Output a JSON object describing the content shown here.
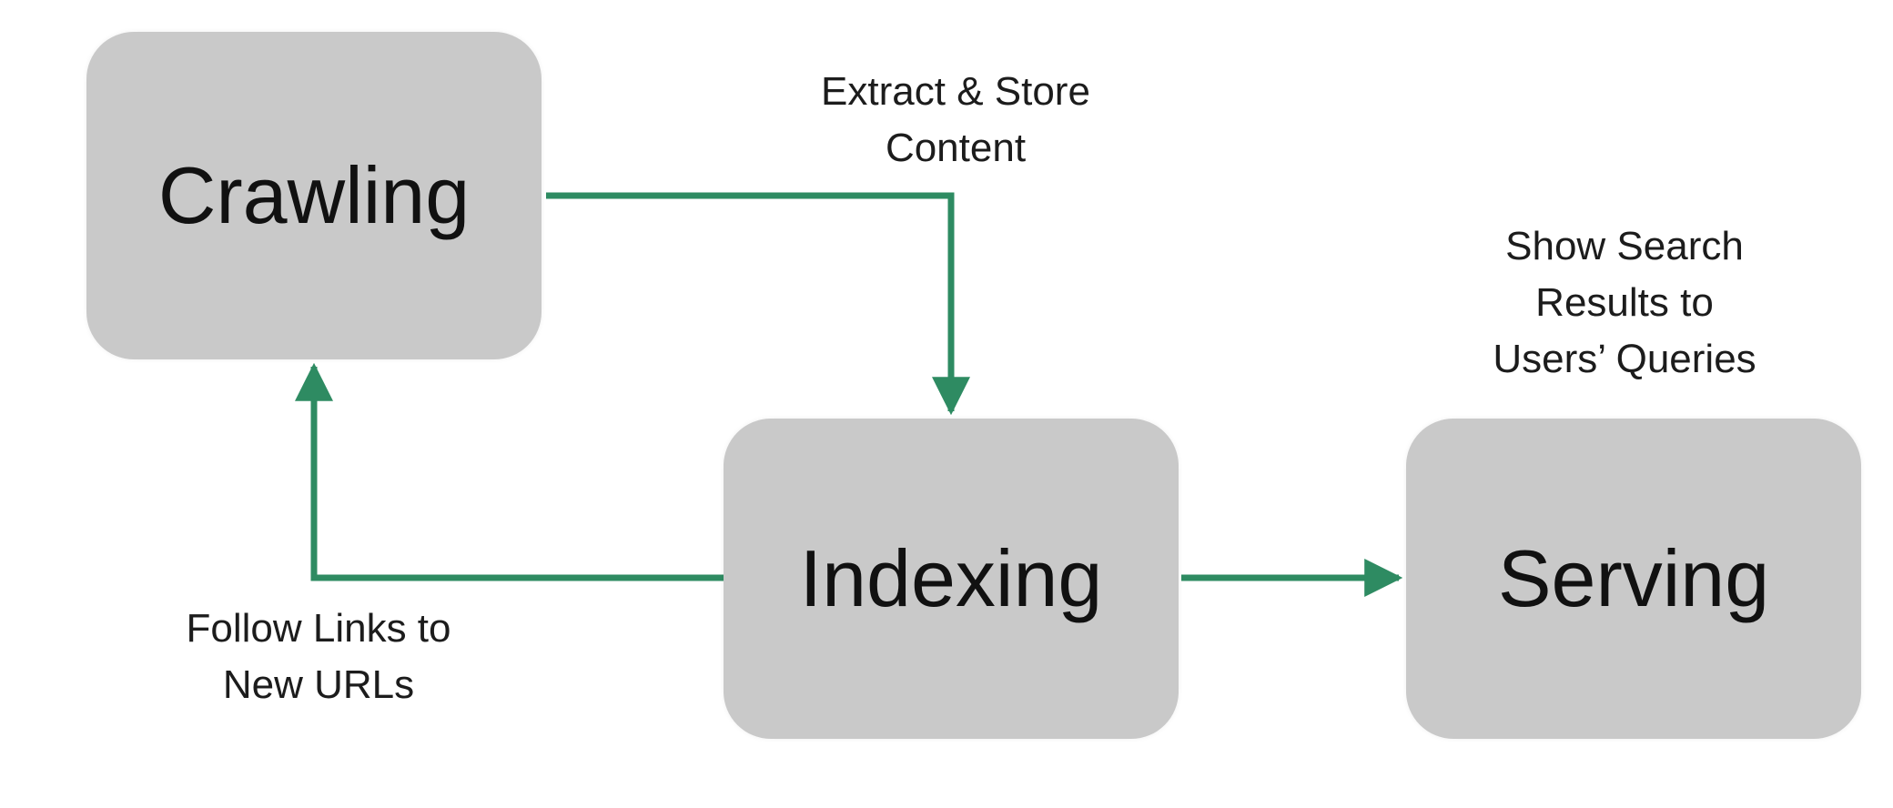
{
  "diagram": {
    "nodes": {
      "crawling": "Crawling",
      "indexing": "Indexing",
      "serving": "Serving"
    },
    "edges": {
      "extract_store": [
        "Extract & Store",
        "Content"
      ],
      "follow_links": [
        "Follow Links to",
        "New URLs"
      ],
      "show_results": [
        "Show Search",
        "Results to",
        "Users’ Queries"
      ]
    },
    "colors": {
      "node_fill": "#c9c9c9",
      "arrow": "#2e8b62",
      "text": "#111111"
    }
  }
}
